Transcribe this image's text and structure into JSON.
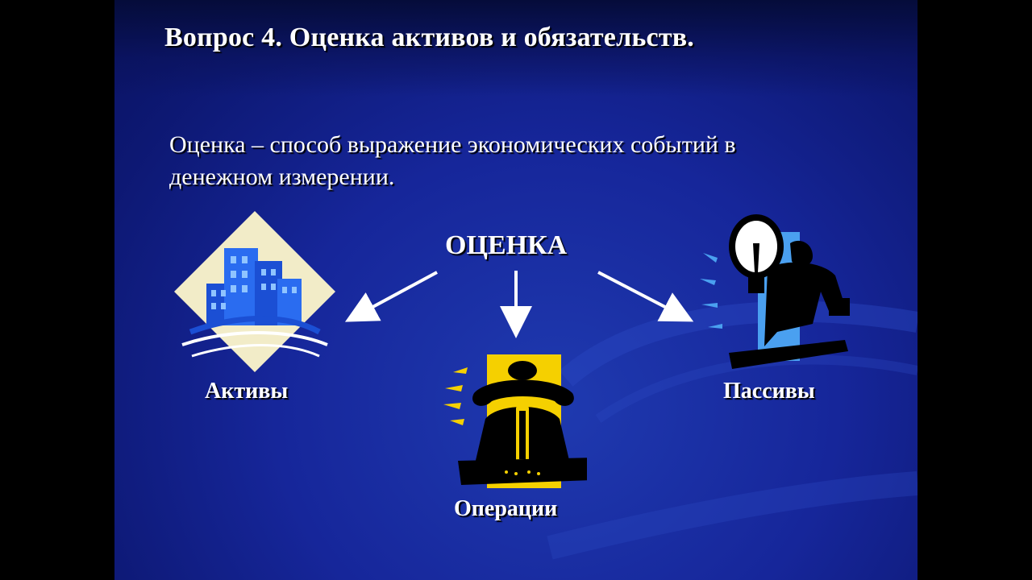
{
  "slide": {
    "title": "Вопрос 4. Оценка активов и обязательств.",
    "definition": "Оценка – способ выражение экономических событий в денежном измерении.",
    "center_label": "ОЦЕНКА",
    "branches": {
      "assets": "Активы",
      "operations": "Операции",
      "liabilities": "Пассивы"
    }
  },
  "icons": [
    "buildings-icon",
    "jackhammer-worker-icon",
    "lightbulb-businessman-icon"
  ],
  "colors": {
    "background": "#16269a",
    "text": "#ffffff",
    "accent_yellow": "#f5d000",
    "accent_blue": "#3a8ee8"
  }
}
